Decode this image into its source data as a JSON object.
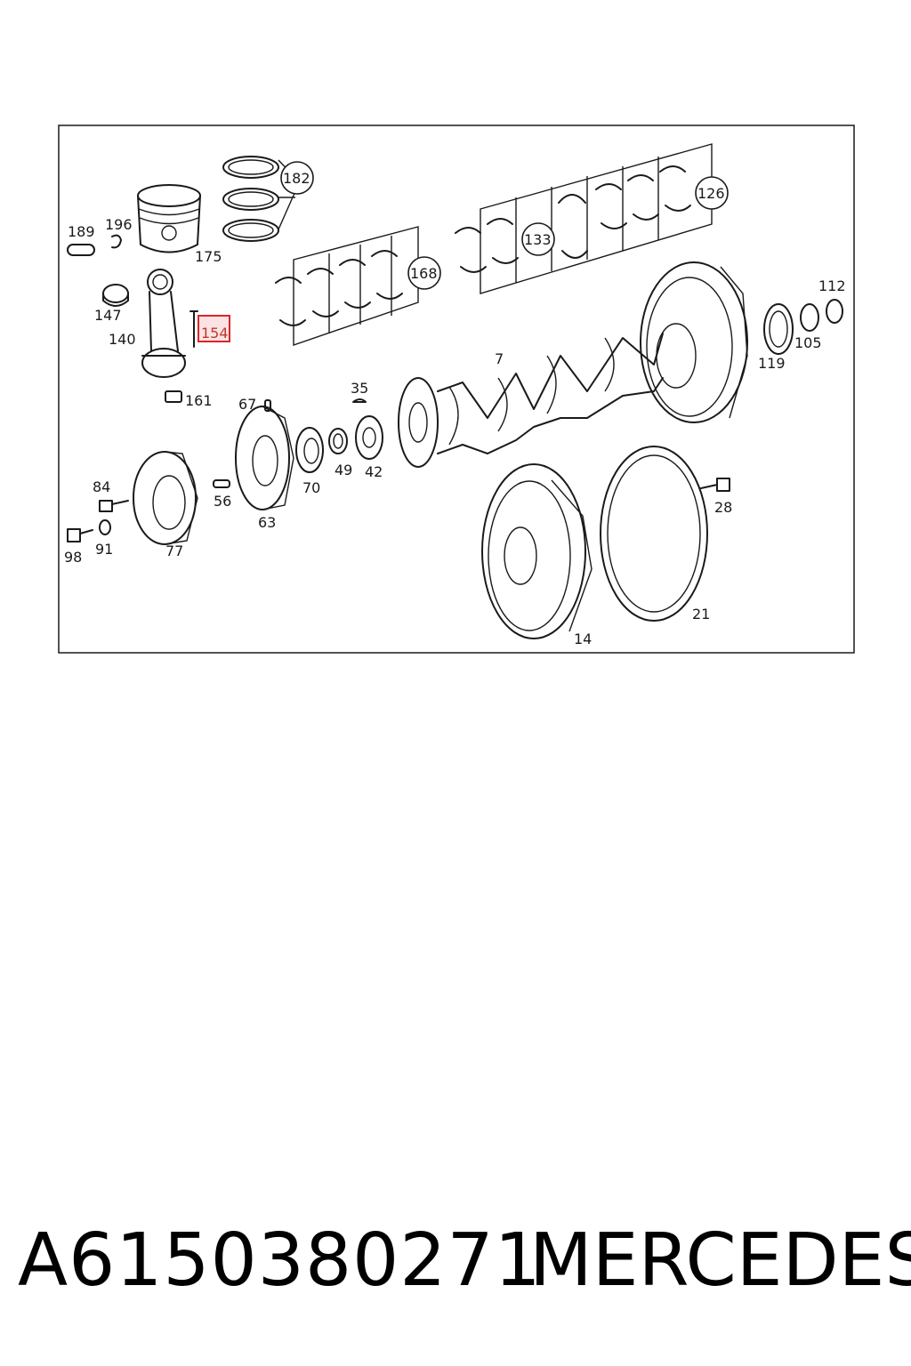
{
  "footer": {
    "part_number": "A6150380271",
    "brand": "MERCEDES"
  },
  "highlighted_callout": "154",
  "callouts": {
    "c189": "189",
    "c196": "196",
    "c175": "175",
    "c182": "182",
    "c168": "168",
    "c133": "133",
    "c126": "126",
    "c112": "112",
    "c147": "147",
    "c140": "140",
    "c154": "154",
    "c161": "161",
    "c105": "105",
    "c119": "119",
    "c7": "7",
    "c35": "35",
    "c67": "67",
    "c84": "84",
    "c56": "56",
    "c70": "70",
    "c49": "49",
    "c42": "42",
    "c28": "28",
    "c98": "98",
    "c91": "91",
    "c77": "77",
    "c63": "63",
    "c21": "21",
    "c14": "14"
  },
  "colors": {
    "line": "#1a1a1a",
    "highlight": "#d9262c",
    "background": "#ffffff"
  }
}
